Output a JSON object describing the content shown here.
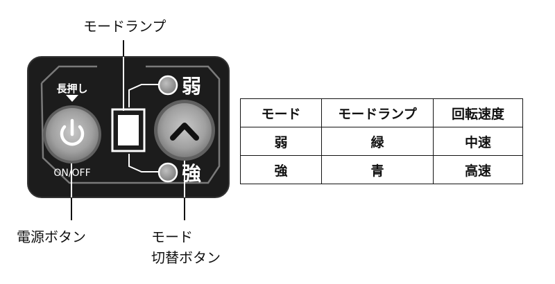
{
  "labels": {
    "mode_lamp": "モードランプ",
    "power_button": "電源ボタン",
    "mode_switch_line1": "モード",
    "mode_switch_line2": "切替ボタン"
  },
  "panel": {
    "long_press": "長押し",
    "on_off": "ON/OFF",
    "weak": "弱",
    "strong": "強"
  },
  "table": {
    "headers": [
      "モード",
      "モードランプ",
      "回転速度"
    ],
    "rows": [
      [
        "弱",
        "緑",
        "中速"
      ],
      [
        "強",
        "青",
        "高速"
      ]
    ]
  },
  "colors": {
    "panel": "#1c1c1c",
    "panel_edge": "#7a7a7a",
    "button_gray": "#9a9a9a",
    "lamp_gray": "#8c8c8c"
  },
  "icons": {
    "power": "power-icon",
    "up": "chevron-up-icon",
    "triangle": "triangle-down-icon"
  }
}
